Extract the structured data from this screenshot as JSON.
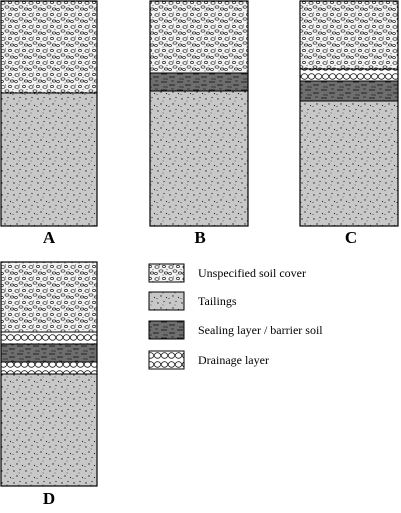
{
  "panels": [
    {
      "id": "A",
      "label": "A",
      "layers": [
        "cover",
        "tailings"
      ]
    },
    {
      "id": "B",
      "label": "B",
      "layers": [
        "cover",
        "sealing",
        "tailings"
      ]
    },
    {
      "id": "C",
      "label": "C",
      "layers": [
        "cover",
        "drainage",
        "sealing",
        "tailings"
      ]
    },
    {
      "id": "D",
      "label": "D",
      "layers": [
        "cover",
        "drainage",
        "sealing",
        "drainage",
        "tailings"
      ]
    }
  ],
  "legend": {
    "items": [
      {
        "key": "cover",
        "label": "Unspecified soil cover"
      },
      {
        "key": "tailings",
        "label": "Tailings"
      },
      {
        "key": "sealing",
        "label": "Sealing layer / barrier soil"
      },
      {
        "key": "drainage",
        "label": "Drainage layer"
      }
    ]
  },
  "colors": {
    "outline": "#000000",
    "tailings_fill": "#c8c8c8",
    "cover_fill": "#f2f2f2",
    "sealing_fill": "#6e6e6e",
    "drainage_fill": "#ffffff",
    "background": "#ffffff"
  }
}
